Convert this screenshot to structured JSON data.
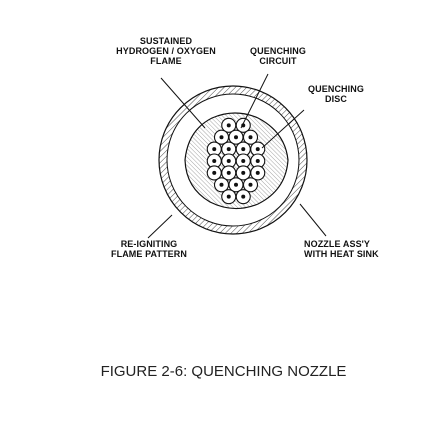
{
  "labels": {
    "sustained_line1": "SUSTAINED",
    "sustained_line2": "HYDROGEN / OXYGEN",
    "sustained_line3": "FLAME",
    "quenching_circuit_line1": "QUENCHING",
    "quenching_circuit_line2": "CIRCUIT",
    "quenching_disc_line1": "QUENCHING",
    "quenching_disc_line2": "DISC",
    "reigniting_line1": "RE-IGNITING",
    "reigniting_line2": "FLAME PATTERN",
    "nozzle_line1": "NOZZLE ASS'Y",
    "nozzle_line2": "WITH HEAT SINK"
  },
  "caption": "FIGURE 2-6: QUENCHING NOZZLE"
}
